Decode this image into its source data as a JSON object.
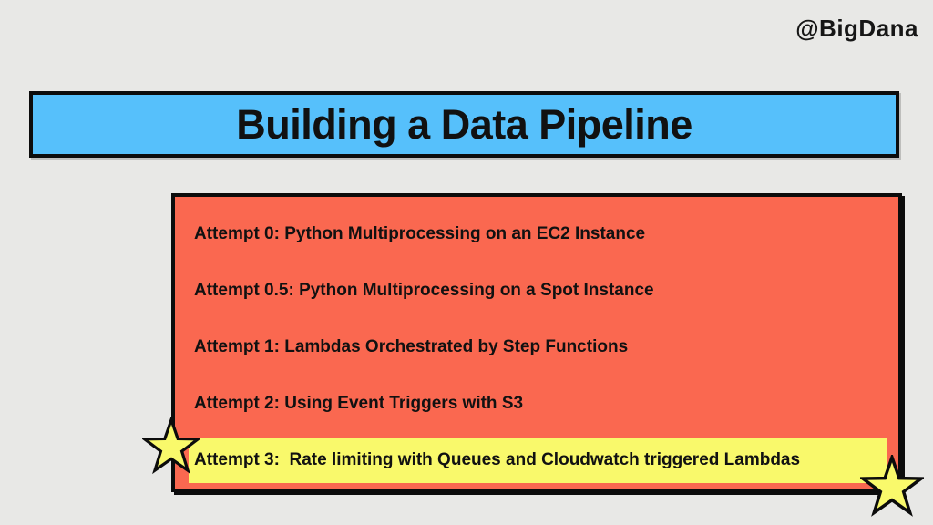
{
  "slide": {
    "background_color": "#e8e8e6",
    "handle": "@BigDana",
    "title": "Building a Data Pipeline",
    "colors": {
      "title_banner": "#56c0fb",
      "panel": "#fa6850",
      "highlight": "#f9f96b",
      "border": "#0c0c0c",
      "text": "#111111"
    },
    "attempts": [
      "Attempt 0: Python Multiprocessing on an EC2 Instance",
      "Attempt 0.5: Python Multiprocessing on a Spot Instance",
      "Attempt 1: Lambdas Orchestrated by Step Functions",
      "Attempt 2: Using Event Triggers with S3",
      "Attempt 3:  Rate limiting with Queues and Cloudwatch triggered Lambdas"
    ],
    "decorations": {
      "stars": [
        "star-left",
        "star-right"
      ],
      "star_color": "#f9f96b"
    }
  }
}
